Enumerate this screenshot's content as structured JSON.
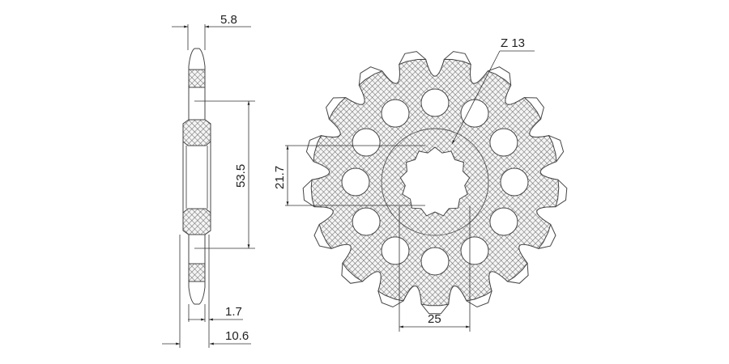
{
  "drawing": {
    "side_view": {
      "dim_thickness_tooth": "5.8",
      "dim_hub_diameter": "53.5",
      "dim_offset": "1.7",
      "dim_hub_width": "10.6"
    },
    "front_view": {
      "tooth_count": 17,
      "bolt_hole_count": 12,
      "spline_label": "Z 13",
      "spline_count": 13,
      "dim_spline_diameter": "21.7",
      "dim_width": "25"
    },
    "colors": {
      "line": "#333333",
      "hatch": "#555555",
      "background": "#ffffff"
    }
  }
}
